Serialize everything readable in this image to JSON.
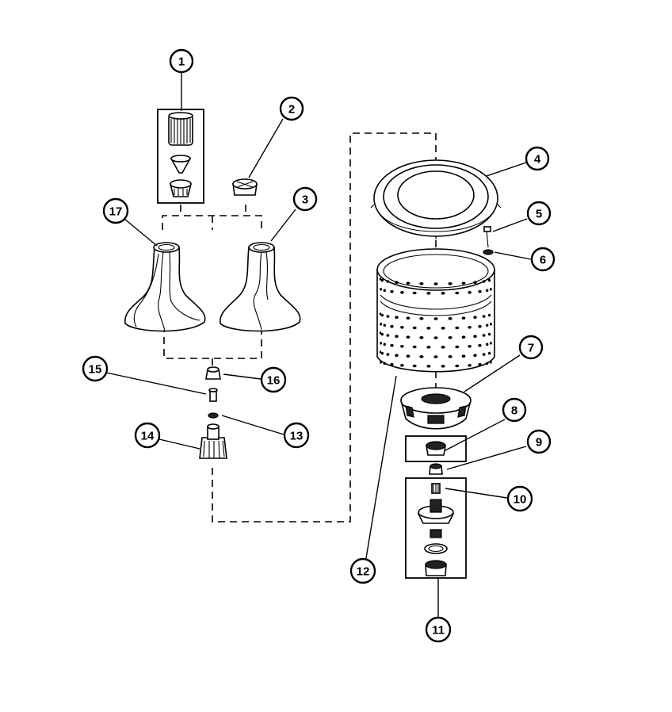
{
  "callouts": [
    {
      "label": "1"
    },
    {
      "label": "2"
    },
    {
      "label": "3"
    },
    {
      "label": "4"
    },
    {
      "label": "5"
    },
    {
      "label": "6"
    },
    {
      "label": "7"
    },
    {
      "label": "8"
    },
    {
      "label": "9"
    },
    {
      "label": "10"
    },
    {
      "label": "11"
    },
    {
      "label": "12"
    },
    {
      "label": "13"
    },
    {
      "label": "14"
    },
    {
      "label": "15"
    },
    {
      "label": "16"
    },
    {
      "label": "17"
    }
  ],
  "colors": {
    "ink": "#000000",
    "paper": "#ffffff"
  }
}
